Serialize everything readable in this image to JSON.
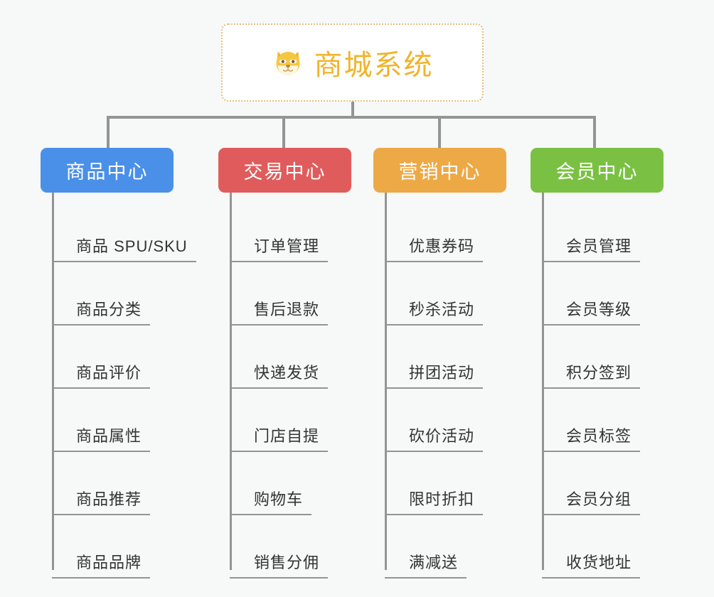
{
  "canvas": {
    "background_color": "#f7f8f8",
    "line_color": "#949494"
  },
  "root": {
    "title": "商城系统",
    "icon": "shiba-dog-face-icon",
    "emoji": "🐶",
    "text_color": "#f0b429",
    "border_color": "#e8bf7a",
    "background_color": "#ffffff"
  },
  "branches": [
    {
      "title": "商品中心",
      "color": "#4a90e8",
      "items": [
        "商品 SPU/SKU",
        "商品分类",
        "商品评价",
        "商品属性",
        "商品推荐",
        "商品品牌"
      ]
    },
    {
      "title": "交易中心",
      "color": "#e05c5c",
      "items": [
        "订单管理",
        "售后退款",
        "快递发货",
        "门店自提",
        "购物车",
        "销售分佣"
      ]
    },
    {
      "title": "营销中心",
      "color": "#eda945",
      "items": [
        "优惠券码",
        "秒杀活动",
        "拼团活动",
        "砍价活动",
        "限时折扣",
        "满减送"
      ]
    },
    {
      "title": "会员中心",
      "color": "#7ac143",
      "items": [
        "会员管理",
        "会员等级",
        "积分签到",
        "会员标签",
        "会员分组",
        "收货地址"
      ]
    }
  ]
}
